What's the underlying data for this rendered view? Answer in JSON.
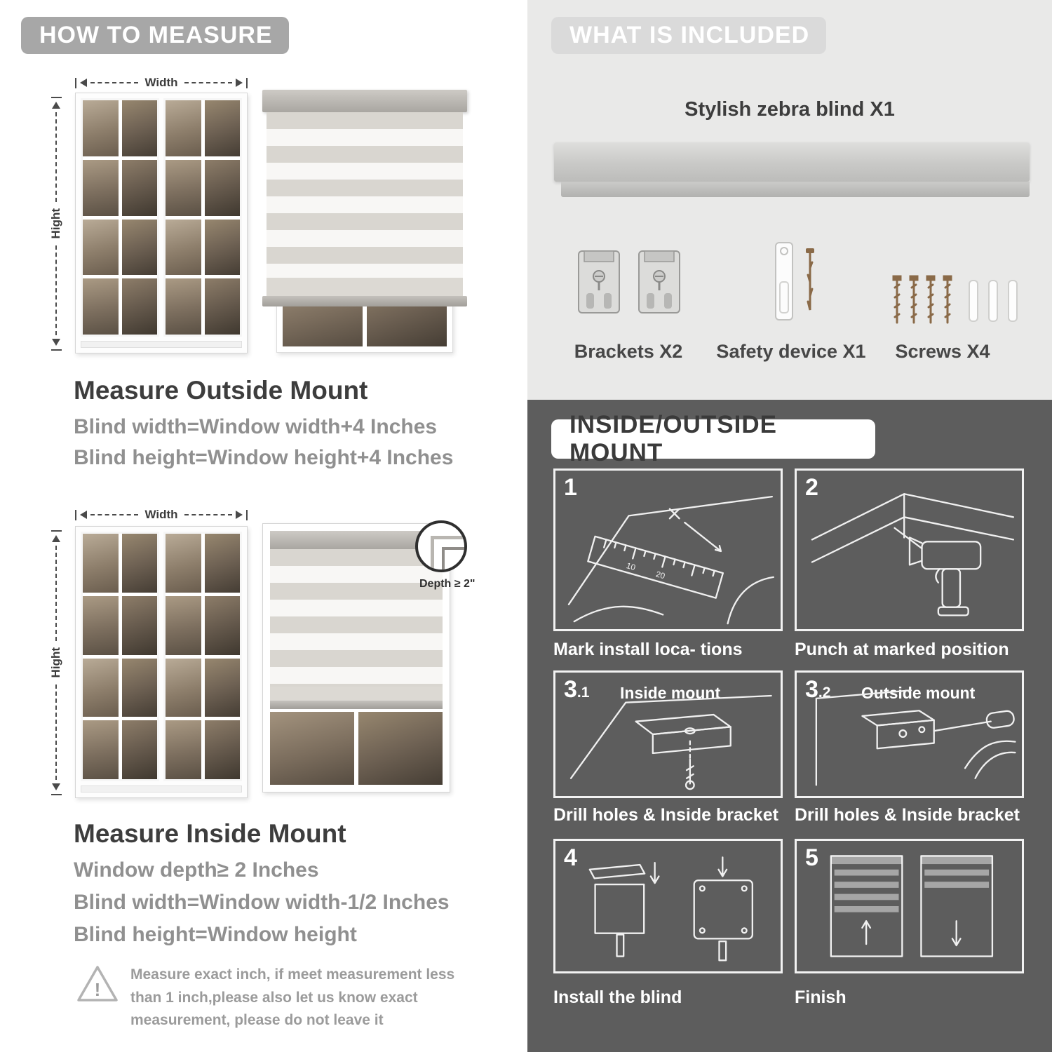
{
  "measure": {
    "header": "HOW TO MEASURE",
    "outside": {
      "width_label": "Width",
      "height_label": "Hight",
      "title": "Measure Outside Mount",
      "line1": "Blind width=Window width+4 Inches",
      "line2": "Blind height=Window height+4 Inches"
    },
    "inside": {
      "width_label": "Width",
      "height_label": "Hight",
      "depth_label": "Depth ≥ 2\"",
      "title": "Measure Inside Mount",
      "line1": "Window depth≥ 2 Inches",
      "line2": "Blind width=Window width-1/2 Inches",
      "line3": "Blind height=Window height"
    },
    "note": "Measure exact inch, if meet measurement less than 1 inch,please also let us know exact measurement, please do not leave it",
    "warning_mark": "!"
  },
  "included": {
    "header": "WHAT IS INCLUDED",
    "blind_label": "Stylish zebra blind X1",
    "items": [
      {
        "label": "Brackets X2"
      },
      {
        "label": "Safety device X1"
      },
      {
        "label": "Screws X4"
      }
    ]
  },
  "mount": {
    "header": "INSIDE/OUTSIDE MOUNT",
    "ruler_marks": [
      "10",
      "20"
    ],
    "steps": [
      {
        "num": "1",
        "sub": "",
        "label": "",
        "caption": "Mark install loca- tions"
      },
      {
        "num": "2",
        "sub": "",
        "label": "",
        "caption": "Punch at  marked position"
      },
      {
        "num": "3",
        "sub": ".1",
        "label": "Inside mount",
        "caption": "Drill holes &  Inside bracket"
      },
      {
        "num": "3",
        "sub": ".2",
        "label": "Outside mount",
        "caption": "Drill holes &  Inside bracket"
      },
      {
        "num": "4",
        "sub": "",
        "label": "",
        "caption": "Install the blind"
      },
      {
        "num": "5",
        "sub": "",
        "label": "",
        "caption": "Finish"
      }
    ]
  },
  "colors": {
    "banner_gray": "#a7a7a7",
    "light_panel": "#e9e9e8",
    "dark_panel": "#5d5d5d",
    "text_dark": "#3d3d3d",
    "text_gray": "#909090"
  }
}
